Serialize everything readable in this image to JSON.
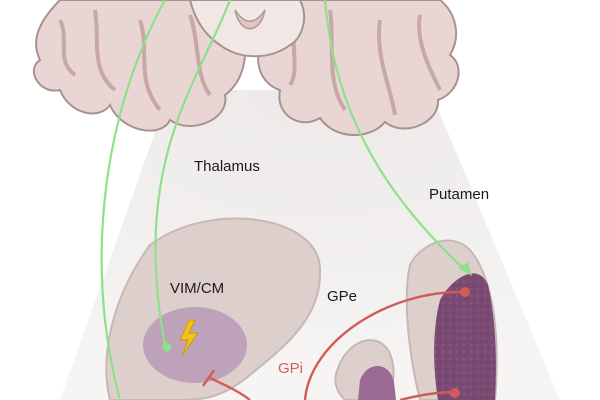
{
  "labels": {
    "thalamus": "Thalamus",
    "putamen": "Putamen",
    "vim_cm": "VIM/CM",
    "gpe": "GPe",
    "gpi": "GPi"
  },
  "icons": {
    "stimulation": "lightning-bolt-icon"
  },
  "colors": {
    "excitatory_pathway": "#8fe08a",
    "inhibitory_pathway": "#d25a58",
    "brain_tissue": "#e9d6d4",
    "brain_outline": "#a89290",
    "structure_fill": "#ddd0cc",
    "vim_cm_nucleus": "#b89ab6",
    "putamen_dark": "#7a4a72",
    "stimulation_bolt": "#f2c21a"
  }
}
